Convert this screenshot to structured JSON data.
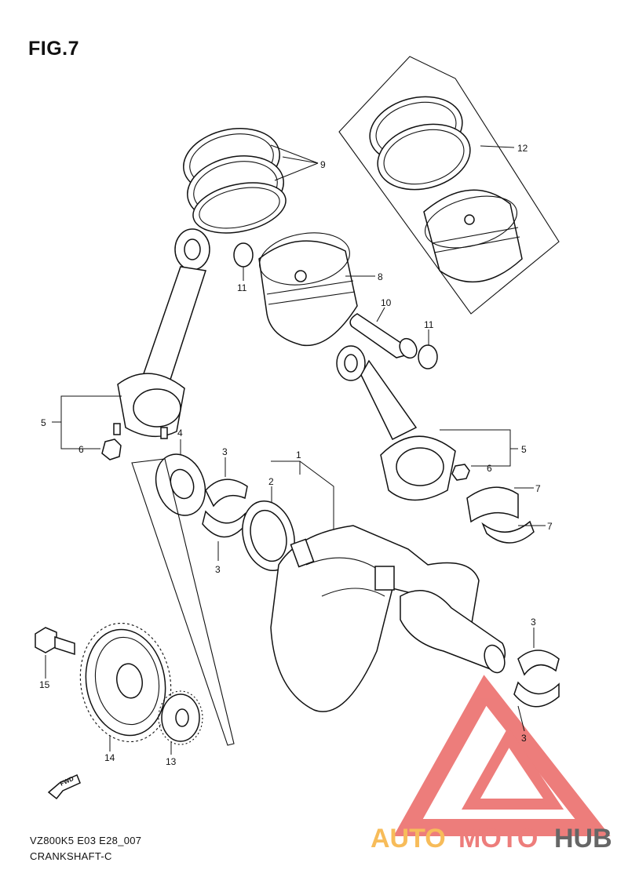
{
  "figure": {
    "title": "FIG.7"
  },
  "footer": {
    "code": "VZ800K5 E03 E28_007",
    "name": "CRANKSHAFT-C"
  },
  "fwd_label": "FWD",
  "watermark": {
    "brand_orange": "AUTO",
    "brand_red": "MOTO",
    "brand_dark": "HUB"
  },
  "callouts": {
    "c1": "1",
    "c2": "2",
    "c3a": "3",
    "c3b": "3",
    "c3c": "3",
    "c3d": "3",
    "c4": "4",
    "c5a": "5",
    "c5b": "5",
    "c6a": "6",
    "c6b": "6",
    "c7a": "7",
    "c7b": "7",
    "c8": "8",
    "c9": "9",
    "c10": "10",
    "c11a": "11",
    "c11b": "11",
    "c12": "12",
    "c13": "13",
    "c14": "14",
    "c15": "15"
  },
  "colors": {
    "line": "#111111",
    "watermark_red": "#e8524f",
    "watermark_orange": "#f5a623",
    "watermark_dark": "#333333"
  }
}
